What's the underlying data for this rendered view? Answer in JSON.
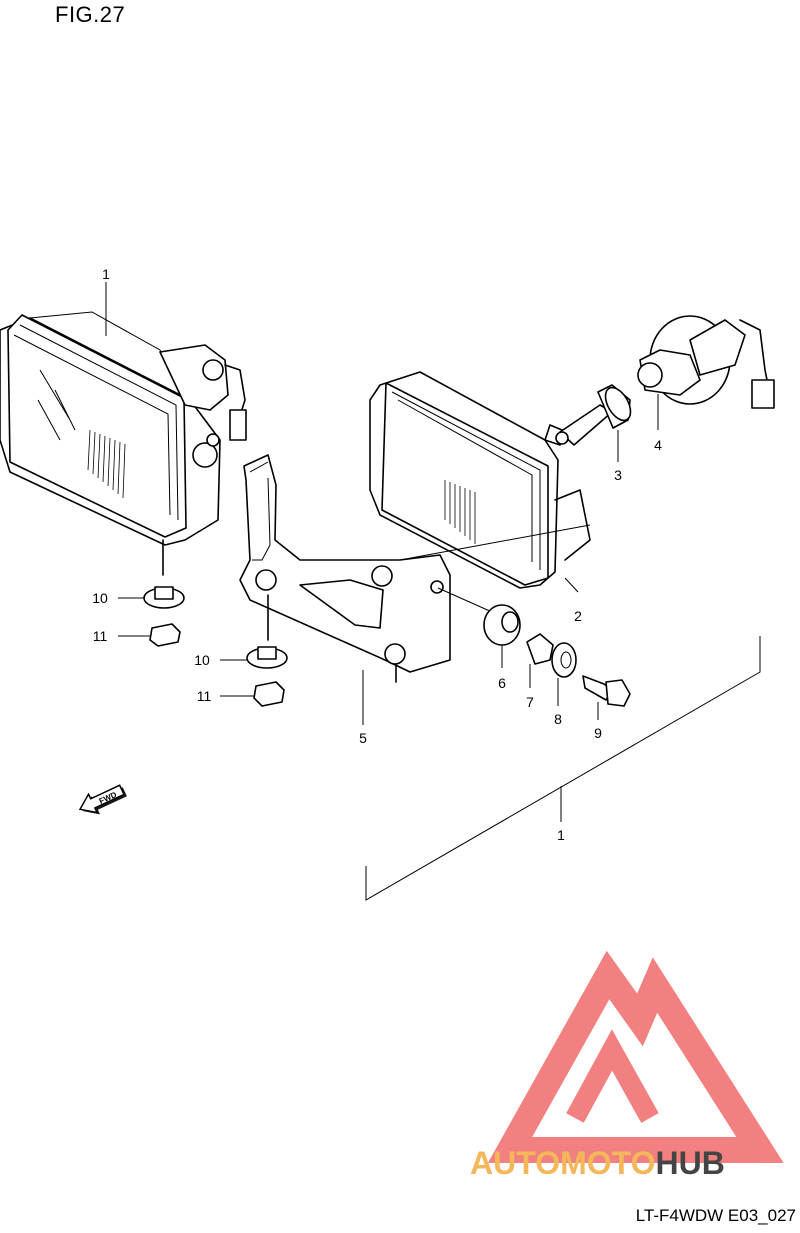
{
  "figure": {
    "title": "FIG.27",
    "code": "LT-F4WDW E03_027"
  },
  "callouts": {
    "c1_top": "1",
    "c2": "2",
    "c3": "3",
    "c4": "4",
    "c5": "5",
    "c6": "6",
    "c7": "7",
    "c8": "8",
    "c9": "9",
    "c10_a": "10",
    "c10_b": "10",
    "c11_a": "11",
    "c11_b": "11",
    "c1_assembly": "1"
  },
  "direction_marker": {
    "label": "FWD"
  },
  "watermark": {
    "part1": "AUTO",
    "part2": "MOTO",
    "part3": "HUB",
    "color_light": "#f4b75a",
    "color_dark": "#444444",
    "logo_color": "#f26b6b"
  }
}
